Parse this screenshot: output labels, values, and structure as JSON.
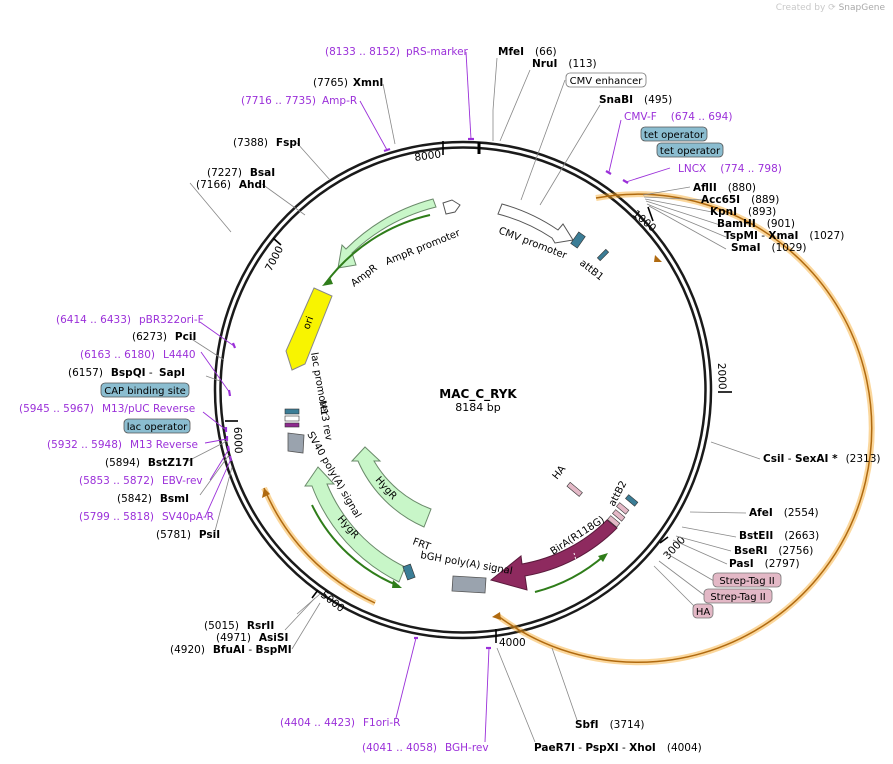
{
  "brand": {
    "prefix": "Created by",
    "name": "SnapGene"
  },
  "plasmid": {
    "name": "MAC_C_RYK",
    "size": "8184 bp"
  },
  "colors": {
    "primer": "#9b30d9",
    "backbone": "#1a1a1a",
    "orange": "#f6a623",
    "green": "#c8f6c8",
    "maroon": "#8e2a5f",
    "yellow": "#f8f400",
    "blue": "#3b7d96",
    "lightblue": "#8bbdd0",
    "pink": "#e3b8c6"
  },
  "ticks": [
    "1000",
    "2000",
    "3000",
    "4000",
    "5000",
    "6000",
    "7000",
    "8000"
  ],
  "enzymes": {
    "mfei": {
      "name": "MfeI",
      "pos": "(66)"
    },
    "nrui": {
      "name": "NruI",
      "pos": "(113)"
    },
    "snabi": {
      "name": "SnaBI",
      "pos": "(495)"
    },
    "aflii": {
      "name": "AflII",
      "pos": "(880)"
    },
    "acc65i": {
      "name": "Acc65I",
      "pos": "(889)"
    },
    "kpni": {
      "name": "KpnI",
      "pos": "(893)"
    },
    "bamhi": {
      "name": "BamHI",
      "pos": "(901)"
    },
    "tspmi": {
      "name": "TspMI",
      "sep": " - ",
      "name2": "XmaI",
      "pos": "(1027)"
    },
    "smai": {
      "name": "SmaI",
      "pos": "(1029)"
    },
    "csii": {
      "name": "CsiI",
      "sep": " - ",
      "name2": "SexAI *",
      "pos": "(2313)"
    },
    "afei": {
      "name": "AfeI",
      "pos": "(2554)"
    },
    "bsteii": {
      "name": "BstEII",
      "pos": "(2663)"
    },
    "bseri": {
      "name": "BseRI",
      "pos": "(2756)"
    },
    "pasi": {
      "name": "PasI",
      "pos": "(2797)"
    },
    "sbfi": {
      "name": "SbfI",
      "pos": "(3714)"
    },
    "paer7i": {
      "name": "PaeR7I",
      "sep": " - ",
      "name2": "PspXI",
      "sep2": " - ",
      "name3": "XhoI",
      "pos": "(4004)"
    },
    "bfuai": {
      "name": "BfuAI",
      "sep": " - ",
      "name2": "BspMI",
      "pos": "(4920)"
    },
    "asisi": {
      "name": "AsiSI",
      "pos": "(4971)"
    },
    "rsrii": {
      "name": "RsrII",
      "pos": "(5015)"
    },
    "psii": {
      "name": "PsiI",
      "pos": "(5781)"
    },
    "bsmi": {
      "name": "BsmI",
      "pos": "(5842)"
    },
    "bstz17i": {
      "name": "BstZ17I",
      "pos": "(5894)"
    },
    "bspqi": {
      "name": "BspQI",
      "sep": "  - ",
      "name2": "SapI",
      "pos": "(6157)"
    },
    "pcii": {
      "name": "PciI",
      "pos": "(6273)"
    },
    "ahdi": {
      "name": "AhdI",
      "pos": "(7166)"
    },
    "bsai": {
      "name": "BsaI",
      "pos": "(7227)"
    },
    "fspi": {
      "name": "FspI",
      "pos": "(7388)"
    },
    "xmni": {
      "name": "XmnI",
      "pos": "(7765)"
    }
  },
  "primers": {
    "prs": {
      "range": "(8133 .. 8152)",
      "name": "pRS-marker"
    },
    "ampr": {
      "range": "(7716 .. 7735)",
      "name": "Amp-R"
    },
    "cmvf": {
      "range": "(674 .. 694)",
      "name": "CMV-F"
    },
    "lncx": {
      "range": "(774 .. 798)",
      "name": "LNCX"
    },
    "pbr": {
      "range": "(6414 .. 6433)",
      "name": "pBR322ori-F"
    },
    "l4440": {
      "range": "(6163 .. 6180)",
      "name": "L4440"
    },
    "m13puc": {
      "range": "(5945 .. 5967)",
      "name": "M13/pUC Reverse"
    },
    "m13rev": {
      "range": "(5932 .. 5948)",
      "name": "M13 Reverse"
    },
    "ebv": {
      "range": "(5853 .. 5872)",
      "name": "EBV-rev"
    },
    "sv40pa": {
      "range": "(5799 .. 5818)",
      "name": "SV40pA-R"
    },
    "f1ori": {
      "range": "(4404 .. 4423)",
      "name": "F1ori-R"
    },
    "bgh": {
      "range": "(4041 .. 4058)",
      "name": "BGH-rev"
    }
  },
  "boxes": {
    "cmvenh": "CMV enhancer",
    "teto1": "tet operator",
    "teto2": "tet operator",
    "capbs": "CAP binding site",
    "laco": "lac operator",
    "strep1": "Strep-Tag II",
    "strep2": "Strep-Tag II",
    "ha": "HA"
  },
  "features": {
    "cmvprom": "CMV promoter",
    "attb1": "attB1",
    "ampr": "AmpR",
    "amprprom": "AmpR promoter",
    "ori": "ori",
    "lacprom": "lac promoter",
    "m13rev": "M13 rev",
    "sv40": "SV40 poly(A) signal",
    "hygr1": "HygR",
    "hygr2": "HygR",
    "frt": "FRT",
    "bgh": "bGH poly(A) signal",
    "birA": "BirA(R118G)",
    "ha": "HA",
    "attb2": "attB2"
  }
}
